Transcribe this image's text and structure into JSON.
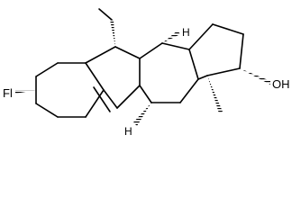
{
  "molecule": {
    "labels": {
      "fluoro": "Fl",
      "hydroxyl": "OH",
      "h_top": "H",
      "h_bottom": "H"
    }
  }
}
